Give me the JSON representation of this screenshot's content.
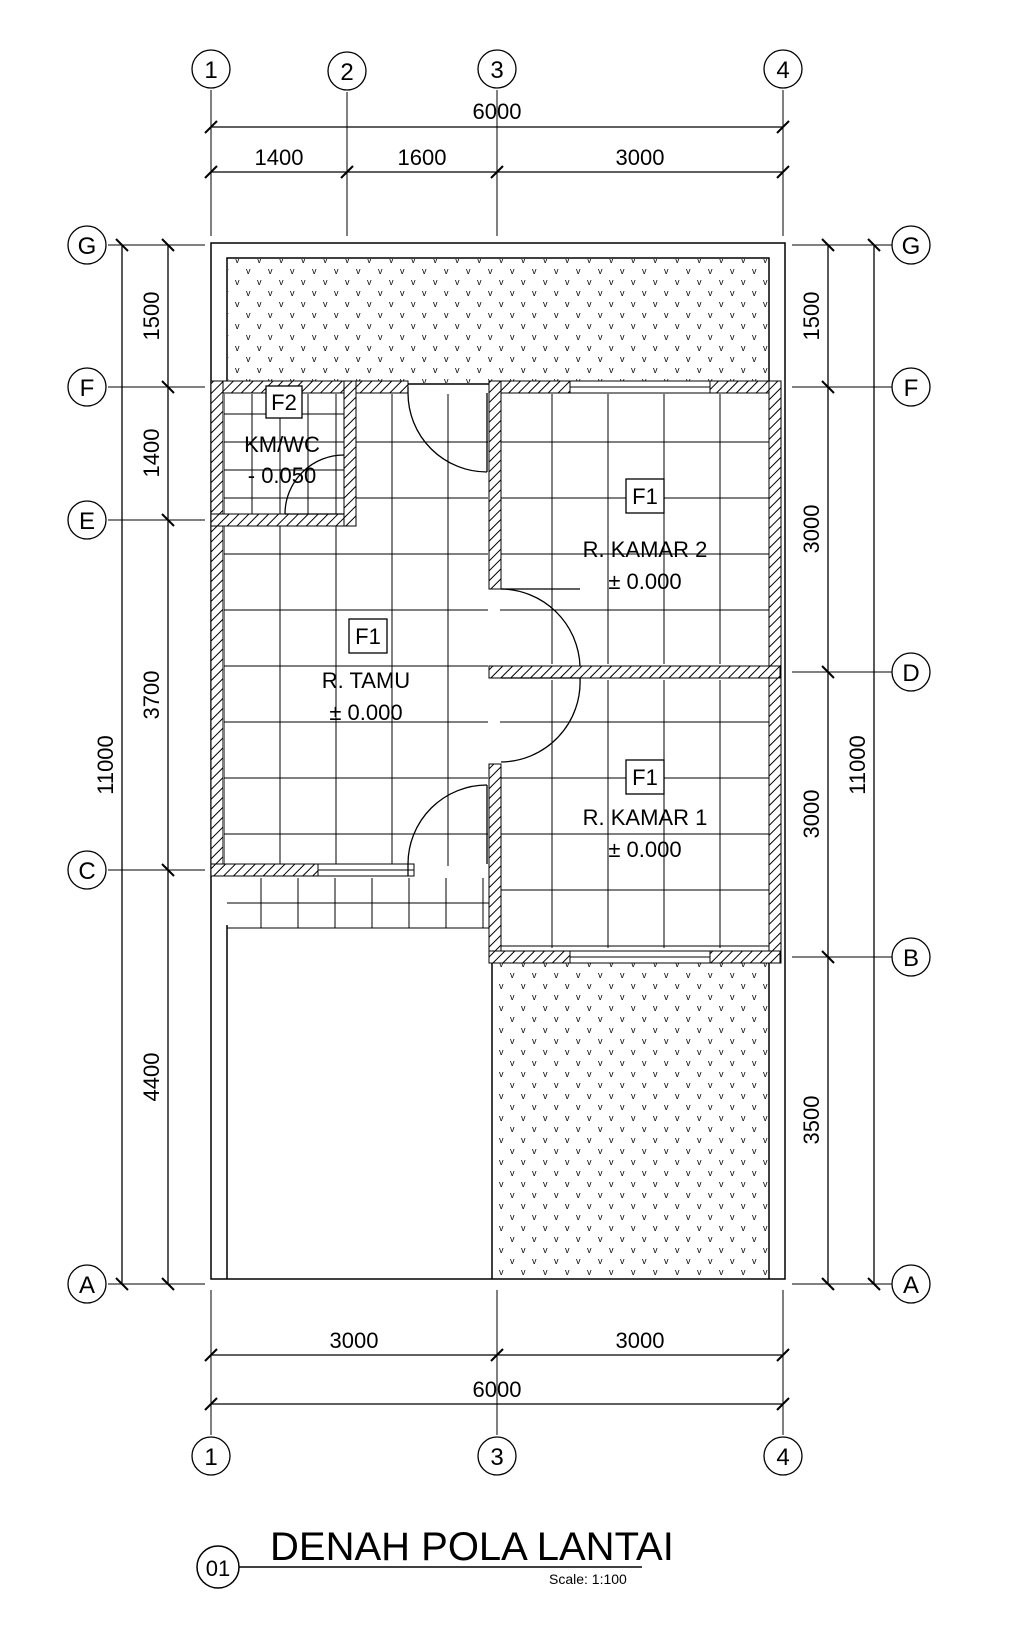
{
  "grid": {
    "top": [
      "1",
      "2",
      "3",
      "4"
    ],
    "bottom": [
      "1",
      "3",
      "4"
    ],
    "left": [
      "G",
      "F",
      "E",
      "C",
      "A"
    ],
    "right": [
      "G",
      "F",
      "D",
      "B",
      "A"
    ]
  },
  "dimensions": {
    "top_total": "6000",
    "top_parts": [
      "1400",
      "1600",
      "3000"
    ],
    "bottom_parts": [
      "3000",
      "3000"
    ],
    "bottom_total": "6000",
    "left_parts": [
      "1500",
      "1400",
      "3700",
      "4400"
    ],
    "left_total": "11000",
    "right_parts": [
      "1500",
      "3000",
      "3000",
      "3500"
    ],
    "right_total": "11000"
  },
  "rooms": {
    "kmwc": {
      "name": "KM/WC",
      "level": "- 0.050",
      "tag": "F2"
    },
    "tamu": {
      "name": "R. TAMU",
      "level": "± 0.000",
      "tag": "F1"
    },
    "kamar2": {
      "name": "R. KAMAR 2",
      "level": "± 0.000",
      "tag": "F1"
    },
    "kamar1": {
      "name": "R. KAMAR 1",
      "level": "± 0.000",
      "tag": "F1"
    }
  },
  "title": {
    "number": "01",
    "text": "DENAH POLA LANTAI",
    "scale": "Scale: 1:100"
  }
}
